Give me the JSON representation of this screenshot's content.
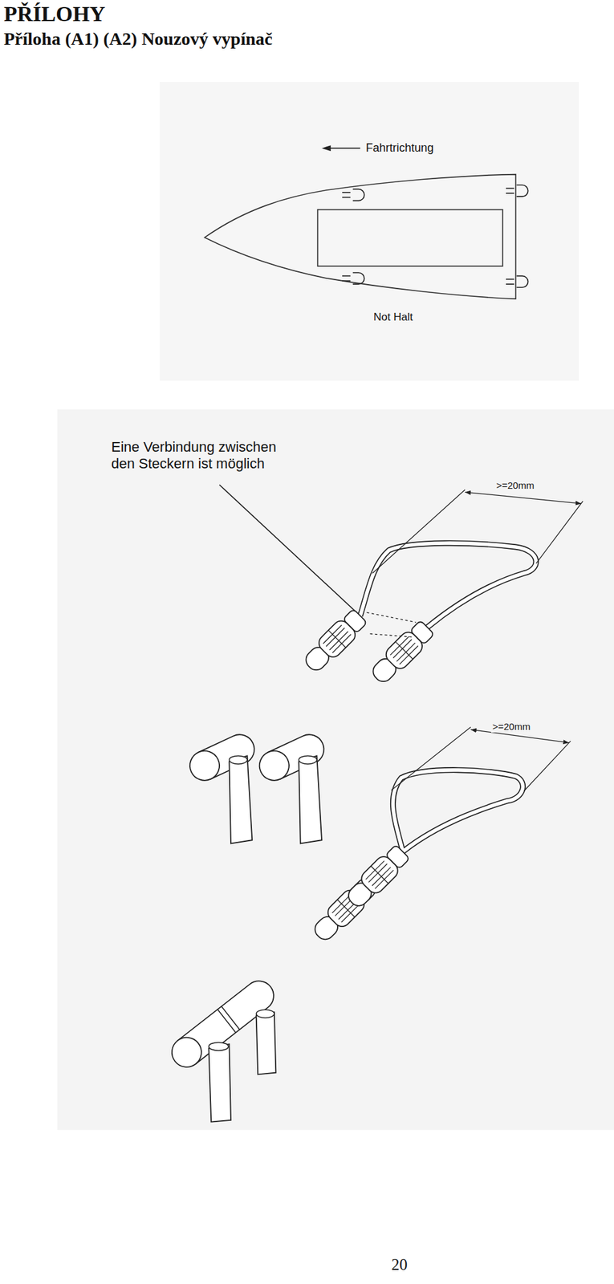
{
  "diagram": {
    "title": "PŘÍLOHY",
    "labels": [
      "Příloha (A1) (A2) Nouzový vypínač",
      "Fahrtrichtung",
      "Not Halt",
      "Eine Verbindung zwischen den Steckern ist möglich",
      ">=20mm",
      ">=20mm",
      "20"
    ]
  }
}
